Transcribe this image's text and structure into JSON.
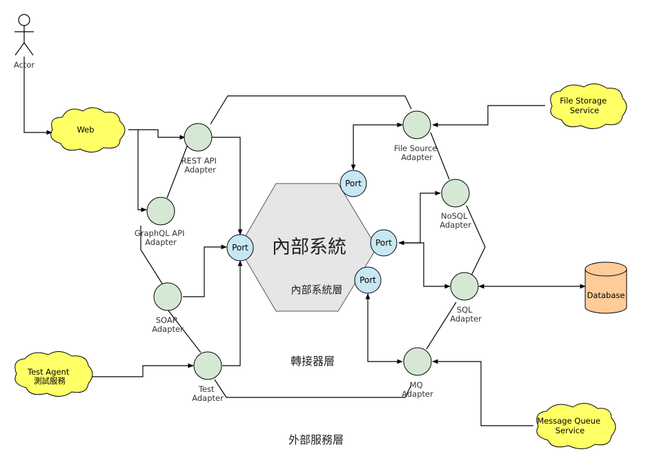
{
  "actor": {
    "label": "Actor"
  },
  "core": {
    "title": "內部系統",
    "subtitle": "內部系統層"
  },
  "layers": {
    "adapter": "轉接器層",
    "external": "外部服務層"
  },
  "ports": {
    "label": "Port"
  },
  "adapters": {
    "rest": [
      "REST API",
      "Adapter"
    ],
    "graphql": [
      "GraphQL API",
      "Adapter"
    ],
    "soap": [
      "SOAP",
      "Adapter"
    ],
    "test": [
      "Test",
      "Adapter"
    ],
    "file_source": [
      "File Source",
      "Adapter"
    ],
    "nosql": [
      "NoSQL",
      "Adapter"
    ],
    "sql": [
      "SQL",
      "Adapter"
    ],
    "mq": [
      "MQ",
      "Adapter"
    ]
  },
  "external": {
    "web": [
      "Web"
    ],
    "test_agent": [
      "Test Agent",
      "測試服務"
    ],
    "file_storage": [
      "File Storage",
      "Service"
    ],
    "message_queue": [
      "Message Queue",
      "Service"
    ],
    "database": "Database"
  },
  "colors": {
    "adapter_fill": "#d5e8d4",
    "port_fill": "#c7e7f3",
    "cloud_fill": "#ffff66",
    "core_fill": "#e6e6e6",
    "database_fill": "#ffcc99"
  }
}
